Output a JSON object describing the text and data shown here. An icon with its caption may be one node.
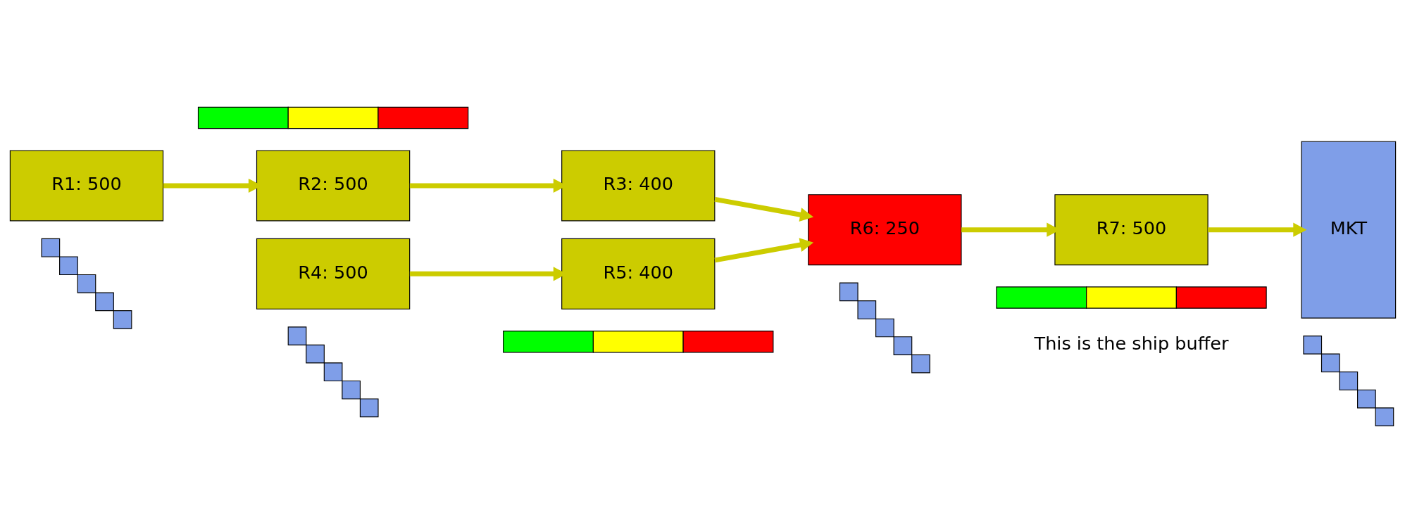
{
  "diagram": {
    "nodes": [
      {
        "text": [],
        "shape": "bar"
      },
      {
        "text": [
          "R1: 500"
        ]
      },
      {
        "text": [
          "R2: 500"
        ]
      },
      {
        "text": [
          "R3: 400"
        ]
      },
      {
        "text": [],
        "shape": "box"
      },
      {
        "text": [
          "R4: 500"
        ]
      },
      {
        "text": [
          "R5: 400"
        ]
      },
      {
        "text": [
          "R6: 250"
        ]
      },
      {
        "text": [
          "R7: 500"
        ]
      },
      {
        "text": [
          "MKT"
        ]
      },
      {
        "text": [],
        "shape": "box"
      },
      {
        "text": [],
        "shape": "box"
      },
      {
        "text": [],
        "shape": "box"
      },
      {
        "text": [],
        "shape": "bar"
      },
      {
        "text": [],
        "shape": "bar"
      }
    ],
    "edges": [
      {
        "from": 1,
        "to": 2,
        "arrow": "to"
      },
      {
        "from": 2,
        "to": 3,
        "arrow": "to"
      },
      {
        "from": 5,
        "to": 6,
        "arrow": "to"
      },
      {
        "from": 3,
        "to": 7,
        "arrow": "to"
      },
      {
        "from": 6,
        "to": 7,
        "arrow": "to"
      },
      {
        "from": 7,
        "to": 8,
        "arrow": "to"
      },
      {
        "from": 8,
        "to": 9,
        "arrow": "to"
      }
    ],
    "labels": [
      "This is the ship buffer"
    ]
  }
}
